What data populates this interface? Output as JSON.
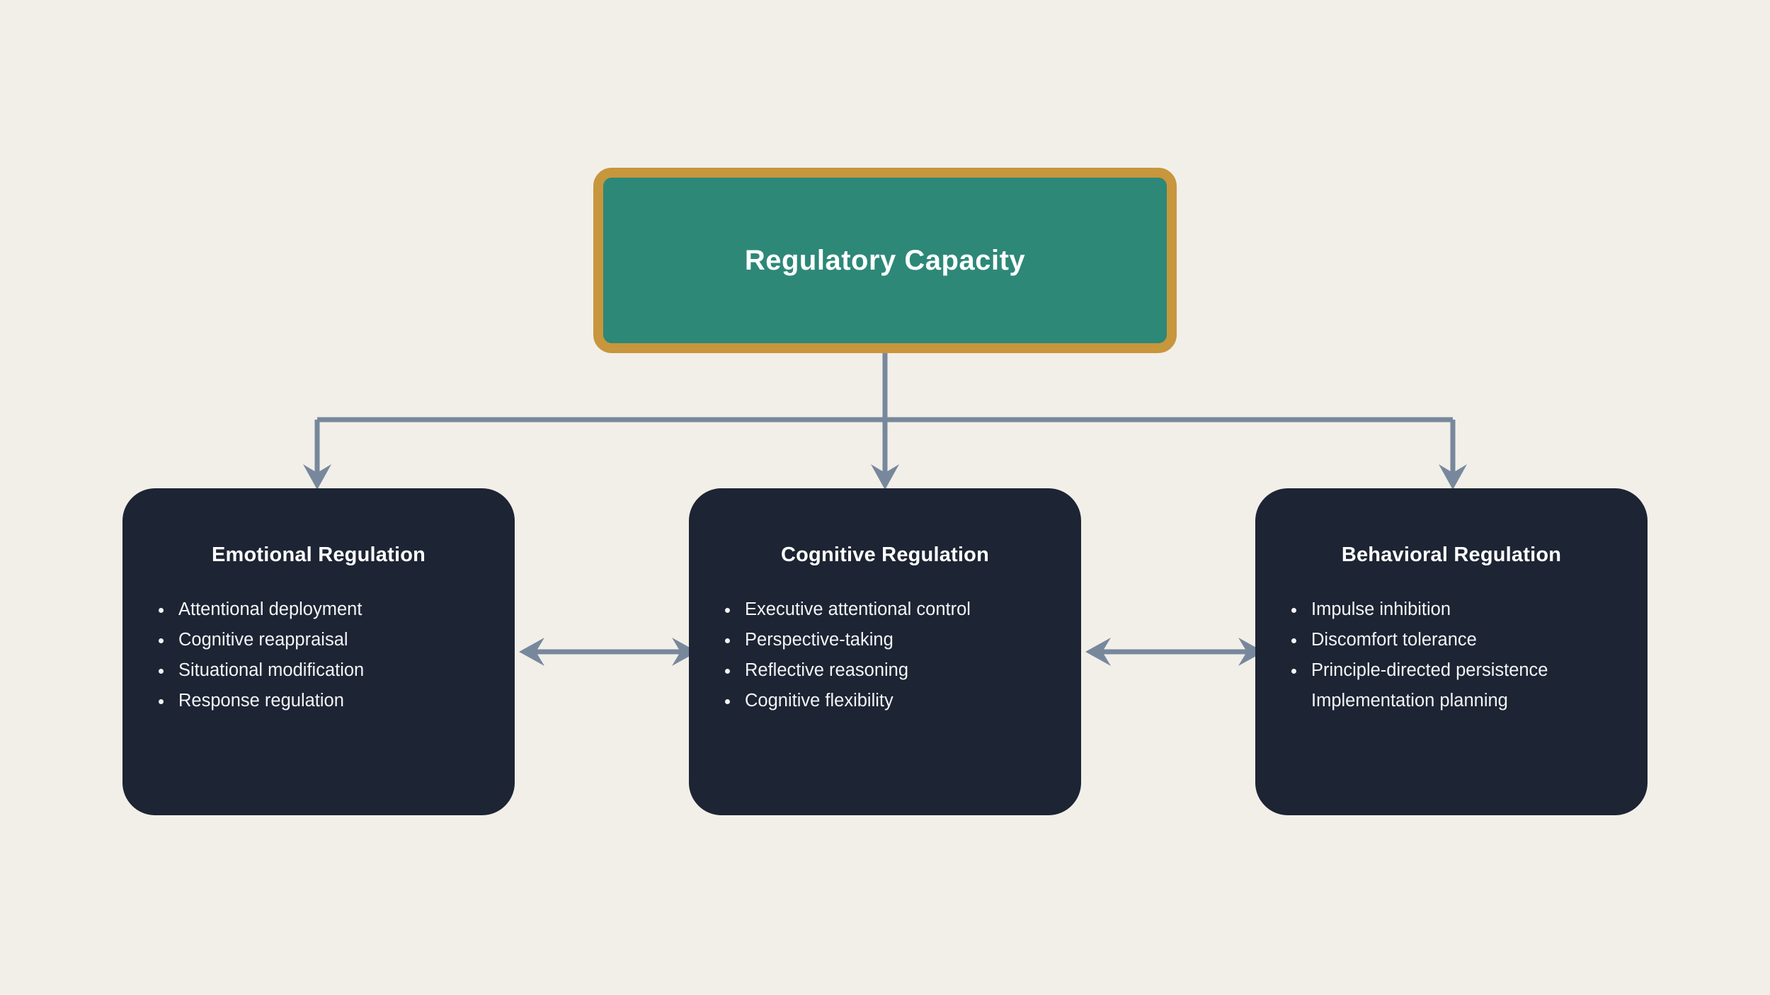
{
  "diagram": {
    "title": "Regulatory Capacity",
    "background_color": "#f2efe9",
    "connector_color": "#78889c",
    "root": {
      "label": "Regulatory Capacity",
      "fill_color": "#2d8878",
      "border_color": "#c8963c",
      "text_color": "#ffffff"
    },
    "card_fill_color": "#1d2433",
    "card_text_color": "#f3f4f6",
    "children": [
      {
        "title": "Emotional Regulation",
        "items": [
          {
            "text": "Attentional deployment",
            "bulleted": true
          },
          {
            "text": "Cognitive reappraisal",
            "bulleted": true
          },
          {
            "text": "Situational modification",
            "bulleted": true
          },
          {
            "text": "Response regulation",
            "bulleted": true
          }
        ]
      },
      {
        "title": "Cognitive Regulation",
        "items": [
          {
            "text": "Executive attentional control",
            "bulleted": true
          },
          {
            "text": "Perspective-taking",
            "bulleted": true
          },
          {
            "text": "Reflective reasoning",
            "bulleted": true
          },
          {
            "text": "Cognitive flexibility",
            "bulleted": true
          }
        ]
      },
      {
        "title": "Behavioral Regulation",
        "items": [
          {
            "text": "Impulse inhibition",
            "bulleted": true
          },
          {
            "text": "Discomfort tolerance",
            "bulleted": true
          },
          {
            "text": "Principle-directed persistence",
            "bulleted": true
          },
          {
            "text": "Implementation planning",
            "bulleted": false
          }
        ]
      }
    ],
    "connectors": {
      "tree_label": "root-to-children",
      "sibling_links": [
        "emotional-to-cognitive",
        "cognitive-to-behavioral"
      ]
    }
  }
}
